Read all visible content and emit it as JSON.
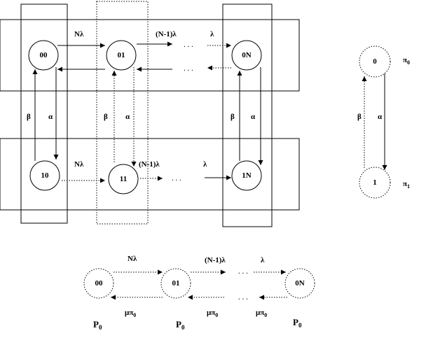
{
  "grid": {
    "nodes": {
      "n00": "00",
      "n01": "01",
      "n0N": "0N",
      "n10": "10",
      "n11": "11",
      "n1N": "1N"
    },
    "top_rate_1": "Nλ",
    "top_rate_2": "(N-1)λ",
    "top_rate_3": "λ",
    "bottom_rate_1": "Nλ",
    "bottom_rate_2": "(N-1)λ",
    "bottom_rate_3": "λ",
    "beta": "β",
    "alpha": "α",
    "ellipsis": ". . ."
  },
  "env_chain": {
    "nodes": {
      "n0": "0",
      "n1": "1"
    },
    "beta": "β",
    "alpha": "α",
    "pi": "π",
    "pi0_sub": "0",
    "pi1_sub": "1"
  },
  "agg_chain": {
    "nodes": {
      "n00": "00",
      "n01": "01",
      "n0N": "0N"
    },
    "rate_1": "Nλ",
    "rate_2": "(N-1)λ",
    "rate_3": "λ",
    "mu": "μπ",
    "mu_sub": "0",
    "p": "P",
    "p_sub": "0",
    "ellipsis": ". . ."
  }
}
